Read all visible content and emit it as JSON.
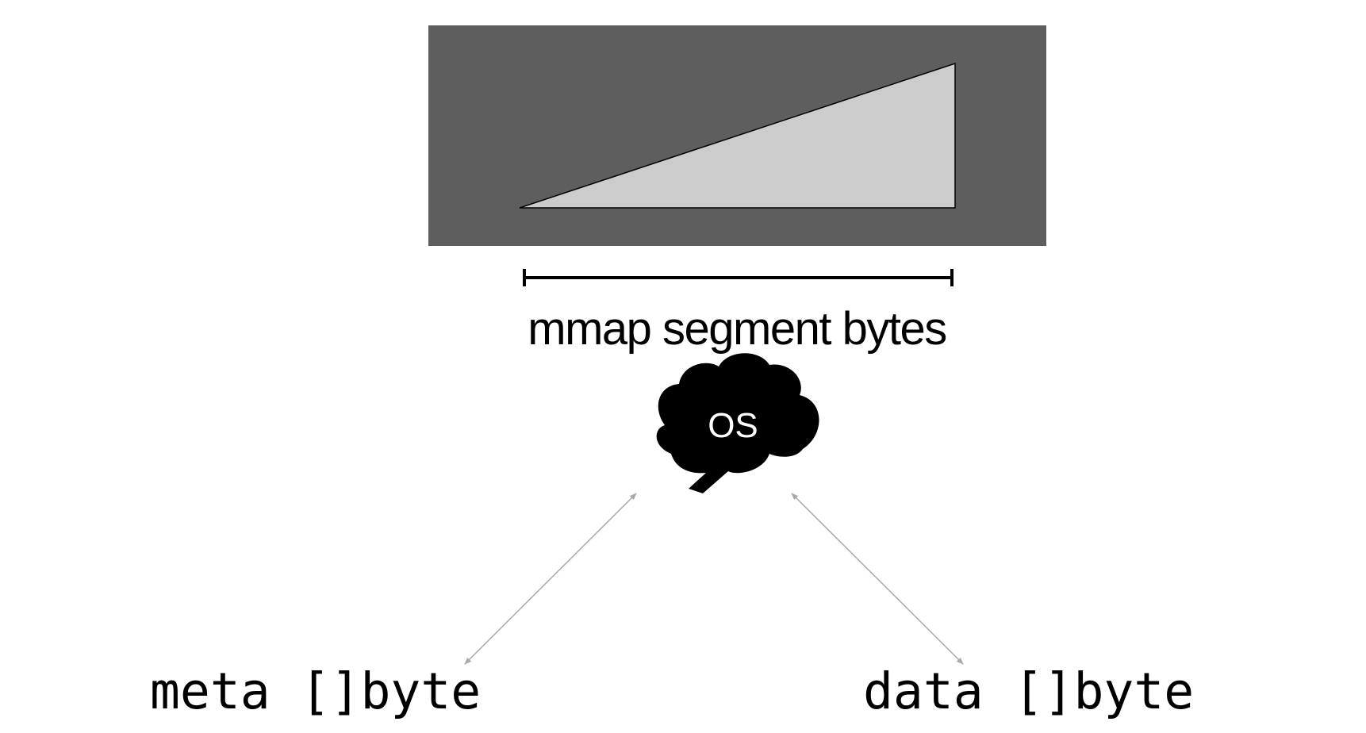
{
  "segment": {
    "caption": "mmap segment bytes"
  },
  "os": {
    "label": "OS"
  },
  "buffers": {
    "meta_label": "meta []byte",
    "data_label": "data []byte"
  },
  "colors": {
    "block_fill": "#5e5e5e",
    "wedge_fill": "#cccccc",
    "ink": "#000000",
    "arrow": "#a9a9a9",
    "background": "#ffffff"
  }
}
